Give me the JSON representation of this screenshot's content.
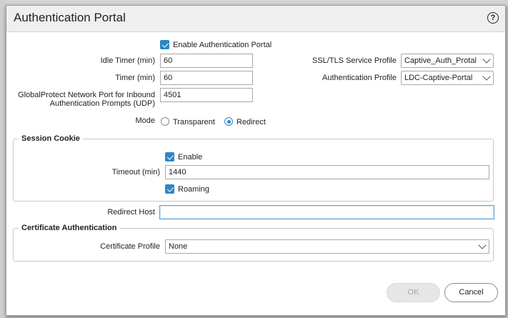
{
  "dialog": {
    "title": "Authentication Portal",
    "help_icon": "?"
  },
  "enable_portal": {
    "label": "Enable Authentication Portal",
    "checked": true
  },
  "idle_timer": {
    "label": "Idle Timer (min)",
    "value": "60"
  },
  "timer": {
    "label": "Timer (min)",
    "value": "60"
  },
  "gp_port": {
    "label_line1": "GlobalProtect Network Port for Inbound",
    "label_line2": "Authentication Prompts (UDP)",
    "value": "4501"
  },
  "ssl_tls_profile": {
    "label": "SSL/TLS Service Profile",
    "value": "Captive_Auth_Protal"
  },
  "auth_profile": {
    "label": "Authentication Profile",
    "value": "LDC-Captive-Portal"
  },
  "mode": {
    "label": "Mode",
    "options": [
      "Transparent",
      "Redirect"
    ],
    "selected": "Redirect"
  },
  "session_cookie": {
    "legend": "Session Cookie",
    "enable_label": "Enable",
    "timeout_label": "Timeout (min)",
    "timeout_value": "1440",
    "roaming_label": "Roaming"
  },
  "redirect_host": {
    "label": "Redirect Host",
    "value": ""
  },
  "cert_auth": {
    "legend": "Certificate Authentication",
    "profile_label": "Certificate Profile",
    "profile_value": "None"
  },
  "buttons": {
    "ok": "OK",
    "cancel": "Cancel"
  },
  "colors": {
    "accent": "#2c87c6",
    "focus_border": "#5b9fd3",
    "titlebar": "#efefef"
  }
}
